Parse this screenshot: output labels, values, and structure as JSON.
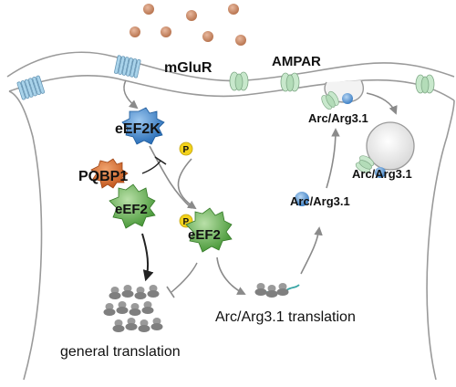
{
  "labels": {
    "mglur": "mGluR",
    "ampar": "AMPAR",
    "eef2k": "eEF2K",
    "p1": "P",
    "p2": "P",
    "pqbp1": "PQBP1",
    "eef2_left": "eEF2",
    "eef2_right": "eEF2",
    "arc_top": "Arc/Arg3.1",
    "arc_vesicle": "Arc/Arg3.1",
    "arc_mid": "Arc/Arg3.1",
    "arc_translation": "Arc/Arg3.1 translation",
    "general_translation": "general translation"
  },
  "colors": {
    "membrane": "#9a9a9a",
    "glutamate": "#c98a6a",
    "receptor_blue": "#a9d3ea",
    "receptor_green": "#c3e6c8",
    "eef2k": "#2f79c2",
    "eef2": "#5aa34a",
    "pqbp1": "#d76a2a",
    "phospho": "#f3d21c",
    "arc_protein": "#5b9bd5",
    "mrna": "#3aa6a6",
    "ribosome": "#8a8a8a",
    "arrow": "#8a8a8a"
  }
}
